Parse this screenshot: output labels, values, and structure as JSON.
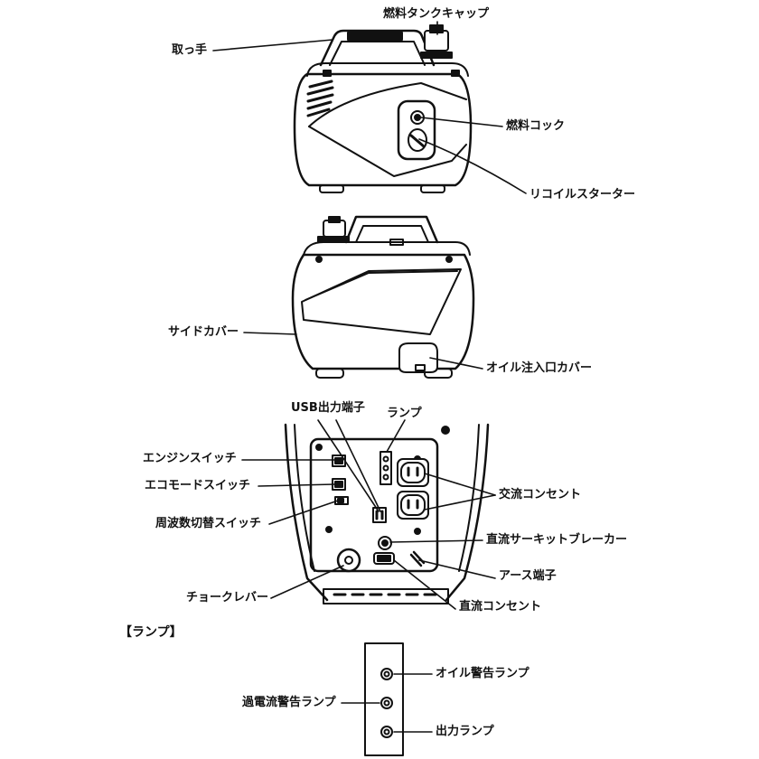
{
  "labels": {
    "fuel_tank_cap": "燃料タンクキャップ",
    "handle": "取っ手",
    "fuel_cock": "燃料コック",
    "recoil_starter": "リコイルスターター",
    "side_cover": "サイドカバー",
    "oil_fill_cover": "オイル注入口カバー",
    "usb_output": "USB出力端子",
    "lamp": "ランプ",
    "engine_switch": "エンジンスイッチ",
    "eco_mode_switch": "エコモードスイッチ",
    "frequency_switch": "周波数切替スイッチ",
    "ac_outlet": "交流コンセント",
    "dc_breaker": "直流サーキットブレーカー",
    "earth_terminal": "アース端子",
    "choke_lever": "チョークレバー",
    "dc_outlet": "直流コンセント",
    "lamp_section_title": "【ランプ】",
    "oil_warning_lamp": "オイル警告ランプ",
    "overcurrent_warning_lamp": "過電流警告ランプ",
    "output_lamp": "出力ランプ"
  },
  "colors": {
    "line": "#111111",
    "background": "#ffffff"
  }
}
